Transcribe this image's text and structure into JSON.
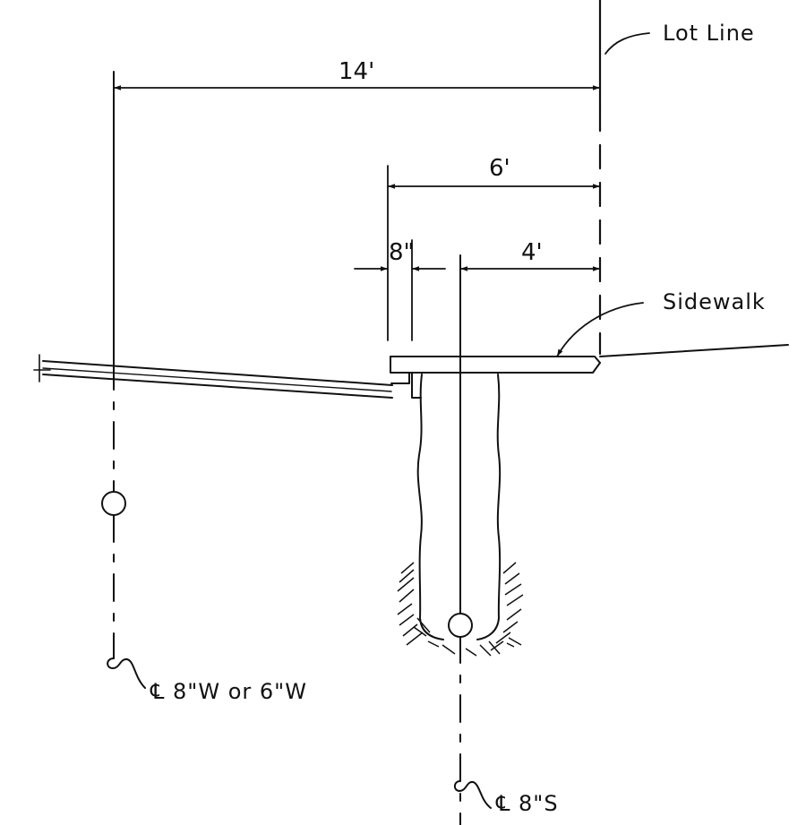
{
  "diagram": {
    "dimensions": {
      "dim_14ft": "14'",
      "dim_6ft": "6'",
      "dim_8in": "8\"",
      "dim_4ft": "4'"
    },
    "callouts": {
      "lot_line": "Lot Line",
      "sidewalk": "Sidewalk",
      "water_main": "℄ 8\"W or 6\"W",
      "sewer_main": "℄ 8\"S"
    }
  }
}
